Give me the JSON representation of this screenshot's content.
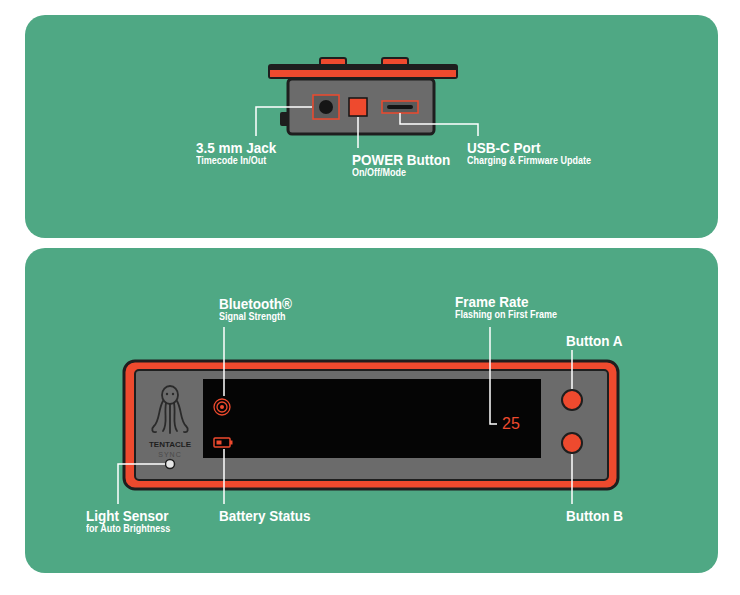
{
  "diagram": {
    "nodes": [
      {
        "text": [
          "25"
        ]
      }
    ],
    "labels": [
      "3.5 mm Jack",
      "Timecode In/Out",
      "POWER Button",
      "On/Off/Mode",
      "USB-C Port",
      "Charging & Firmware Update",
      "Bluetooth®",
      "Signal Strength",
      "Frame Rate",
      "Flashing on First Frame",
      "Button A",
      "Light Sensor",
      "for Auto Brightness",
      "Battery Status",
      "Button B",
      "TENTACLE",
      "SYNC"
    ]
  }
}
